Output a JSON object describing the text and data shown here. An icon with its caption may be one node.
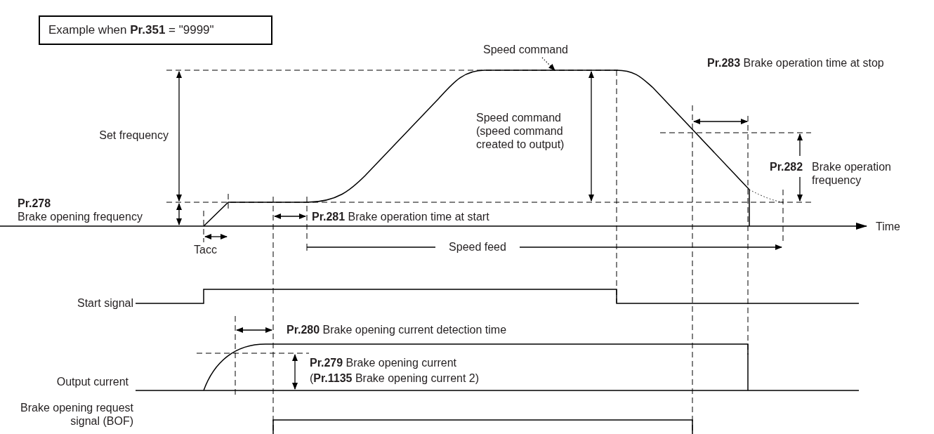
{
  "diagram": {
    "nodes": [
      {
        "text": [
          "Example when **Pr.351** = \"9999\""
        ]
      },
      {
        "text": [
          "Speed command"
        ]
      },
      {
        "text": [],
        "shape": "line"
      }
    ],
    "edges": [
      {
        "from": 1,
        "to": 2,
        "arrow": "to",
        "style": "dashed"
      }
    ],
    "labels": [
      "Set frequency",
      "**Pr.278** Brake opening frequency",
      "Speed command (speed command created to output)",
      "**Pr.283** Brake operation time at stop",
      "**Pr.282** Brake operation frequency",
      "**Pr.281** Brake operation time at start",
      "Time",
      "Tacc",
      "Speed feed",
      "Start signal",
      "**Pr.280** Brake opening current detection time",
      "**Pr.279** Brake opening current",
      "(**Pr.1135** Brake opening current 2)",
      "Output current",
      "Brake opening request signal (BOF)"
    ]
  }
}
